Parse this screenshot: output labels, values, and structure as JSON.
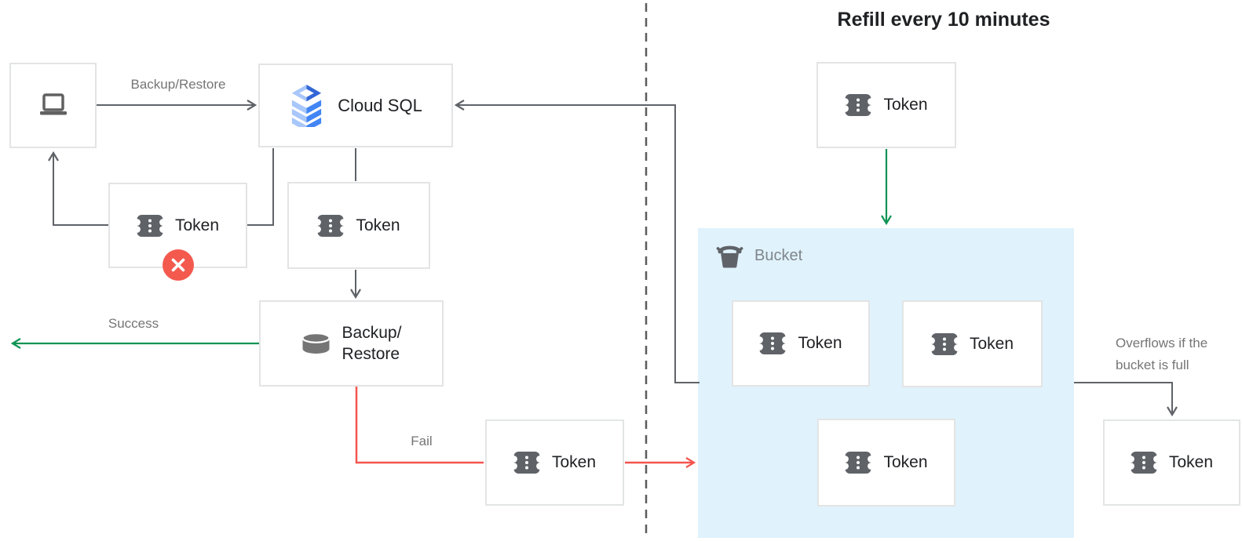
{
  "title": "Refill every 10 minutes",
  "nodes": {
    "cloud_sql": "Cloud SQL",
    "token": "Token",
    "backup_restore_line1": "Backup/",
    "backup_restore_line2": "Restore",
    "bucket": "Bucket"
  },
  "edges": {
    "backup_restore": "Backup/Restore",
    "success": "Success",
    "fail": "Fail",
    "overflow_line1": "Overflows if the",
    "overflow_line2": "bucket is full"
  },
  "icons": {
    "token": "token-icon",
    "laptop": "laptop-icon",
    "cloud_sql": "cloud-sql-icon",
    "database": "database-icon",
    "bucket": "bucket-icon",
    "error": "x-circle-icon"
  },
  "colors": {
    "success_green": "#109454",
    "fail_red": "#f4554e",
    "connector_gray": "#5f6368",
    "label_gray": "#757575",
    "text_dark": "#202124",
    "bucket_fill": "#e0f2fb",
    "box_border": "#e3e4e5",
    "badge_red": "#f4594e",
    "cloud_sql_blue": "#4285f4",
    "cloud_sql_blue_light": "#a8c7fa",
    "cloud_sql_blue_dark": "#3367d6",
    "icon_gray": "#5f6368"
  }
}
